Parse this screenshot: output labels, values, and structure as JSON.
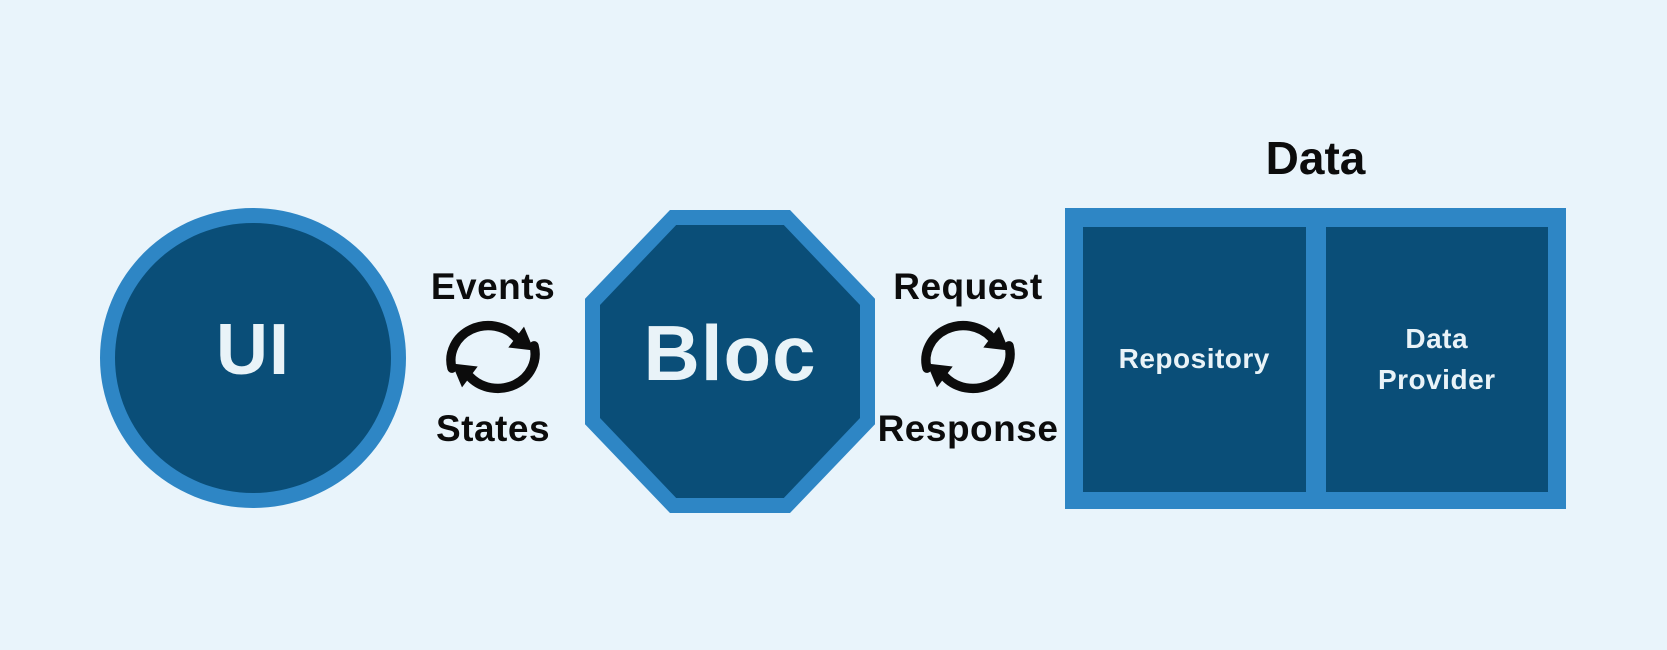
{
  "colors": {
    "background": "#e9f4fb",
    "shape_fill": "#0a4e78",
    "shape_border": "#2e86c5",
    "label_light": "#e9f3f8",
    "label_dark": "#0c0c0c"
  },
  "icons": {
    "flow_icon": "sync-arrows-icon"
  },
  "nodes": {
    "ui": {
      "label": "UI"
    },
    "bloc": {
      "label": "Bloc"
    },
    "data": {
      "title": "Data",
      "children": [
        {
          "label": "Repository"
        },
        {
          "label": "Data Provider"
        }
      ]
    }
  },
  "flows": [
    {
      "top_label": "Events",
      "bottom_label": "States"
    },
    {
      "top_label": "Request",
      "bottom_label": "Response"
    }
  ]
}
